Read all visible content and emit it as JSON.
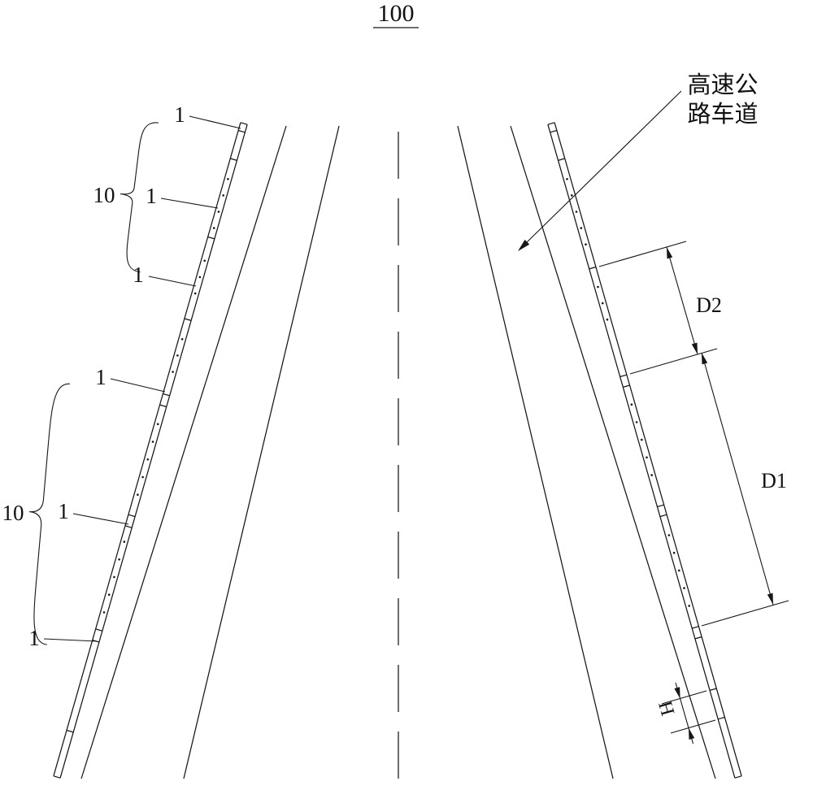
{
  "figure": {
    "title": "100",
    "annotation": {
      "line1": "高速公",
      "line2": "路车道"
    },
    "left_rail_labels": {
      "upper_group_label": "10",
      "upper_item_1": "1",
      "upper_item_2": "1",
      "upper_item_3": "1",
      "lower_group_label": "10",
      "lower_item_1": "1",
      "lower_item_2": "1",
      "lower_item_3": "1"
    },
    "dimensions": {
      "d2": "D2",
      "d1": "D1",
      "h": "H"
    }
  }
}
